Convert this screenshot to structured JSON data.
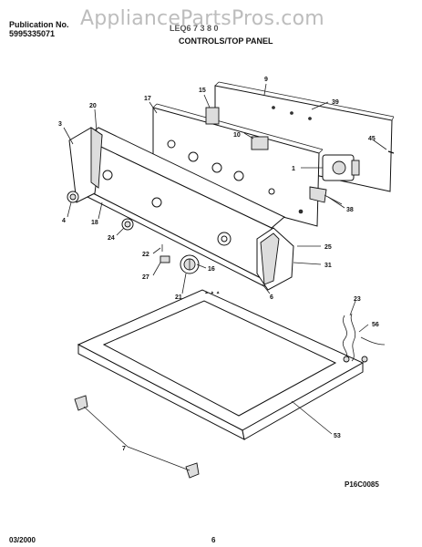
{
  "header": {
    "publication_label": "Publication No.",
    "publication_number": "5995335071",
    "model": "LEQ6 7 3 8 0",
    "section_title": "CONTROLS/TOP PANEL"
  },
  "watermark": "AppliancePartsPros.com",
  "diagram_id": "P16C0085",
  "footer": {
    "date": "03/2000",
    "page": "6"
  },
  "callouts": [
    "9",
    "17",
    "20",
    "15",
    "39",
    "3",
    "10",
    "45",
    "1",
    "38",
    "4",
    "18",
    "24",
    "25",
    "22",
    "27",
    "31",
    "21",
    "16",
    "6",
    "23",
    "56",
    "53",
    "7"
  ]
}
